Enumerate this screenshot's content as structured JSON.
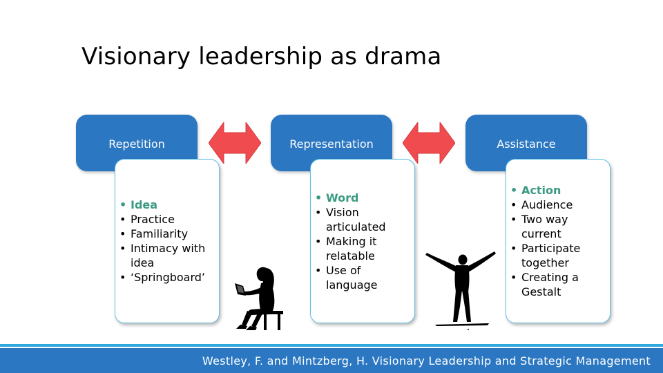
{
  "slide": {
    "title": "Visionary leadership as drama",
    "footer": "Westley, F. and Mintzberg, H. Visionary Leadership and Strategic Management"
  },
  "columns": [
    {
      "heading": "Repetition",
      "items": [
        "Idea",
        "Practice",
        "Familiarity",
        "Intimacy with idea",
        "‘Springboard’"
      ]
    },
    {
      "heading": "Representation",
      "items": [
        "Word",
        "Vision articulated",
        "Making it relatable",
        "Use of language"
      ]
    },
    {
      "heading": "Assistance",
      "items": [
        "Action",
        "Audience",
        "Two way current",
        "Participate together",
        "Creating a Gestalt"
      ]
    }
  ],
  "icons": {
    "connector": "double-arrow-icon",
    "reader": "reading-person-silhouette-icon",
    "performer": "arms-raised-person-silhouette-icon"
  },
  "colors": {
    "heading_box": "#2b77c2",
    "highlight_text": "#3a9a83",
    "arrow": "#f04b4f",
    "detail_border": "#5fc1e6",
    "footer_bar": "#2b77c2"
  }
}
